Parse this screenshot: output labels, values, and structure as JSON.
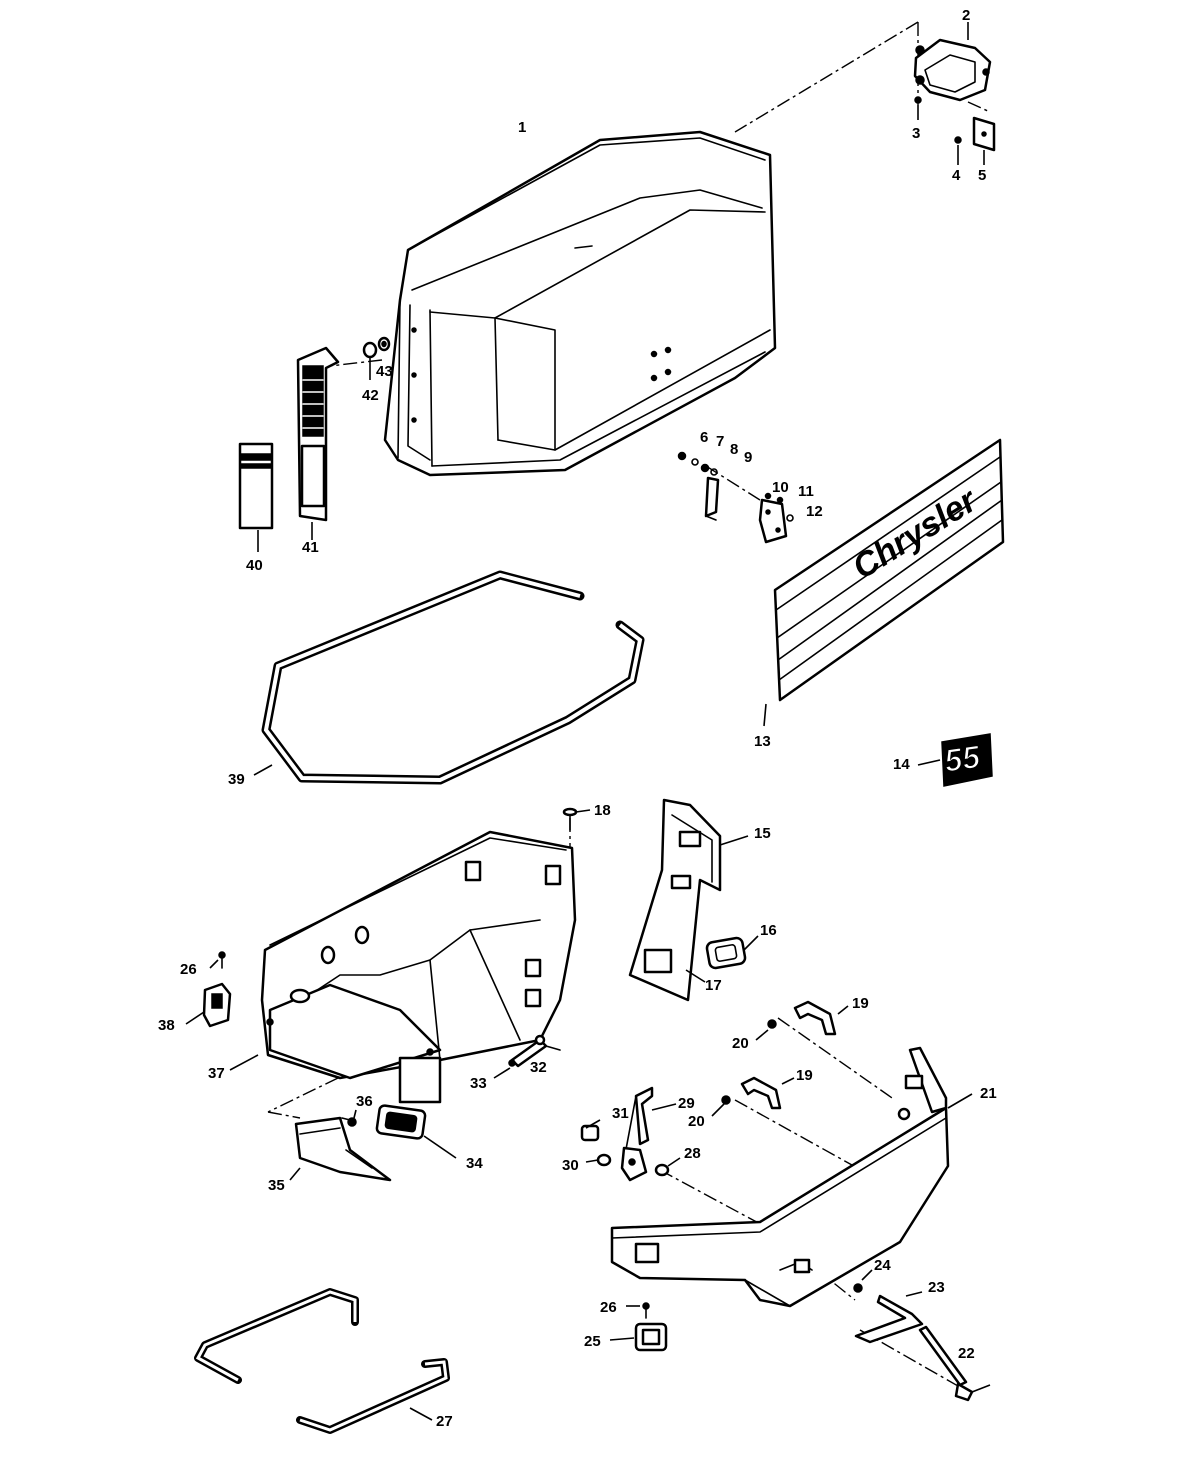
{
  "decals": {
    "brand": "Chrysler",
    "model_badge": "55"
  },
  "callouts": {
    "c1": "1",
    "c2": "2",
    "c3": "3",
    "c4": "4",
    "c5": "5",
    "c6": "6",
    "c7": "7",
    "c8": "8",
    "c9": "9",
    "c10": "10",
    "c11": "11",
    "c12": "12",
    "c13": "13",
    "c14": "14",
    "c15": "15",
    "c16": "16",
    "c17": "17",
    "c18": "18",
    "c19a": "19",
    "c19b": "19",
    "c20a": "20",
    "c20b": "20",
    "c21": "21",
    "c22": "22",
    "c23": "23",
    "c24": "24",
    "c25": "25",
    "c26a": "26",
    "c26b": "26",
    "c27": "27",
    "c28": "28",
    "c29": "29",
    "c30": "30",
    "c31": "31",
    "c32": "32",
    "c33": "33",
    "c34": "34",
    "c35": "35",
    "c36": "36",
    "c37": "37",
    "c38": "38",
    "c39": "39",
    "c40": "40",
    "c41": "41",
    "c42": "42",
    "c43": "43"
  }
}
